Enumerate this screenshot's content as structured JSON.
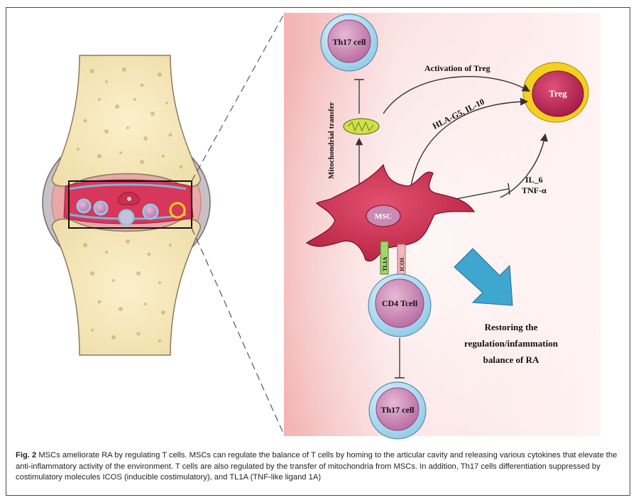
{
  "labels": {
    "th17_top": "Th17 cell",
    "th17_bottom": "Th17 cell",
    "treg": "Treg",
    "msc": "MSC",
    "cd4": "CD4 Tcell",
    "activation": "Activation of Treg",
    "hla": "HLA-G5, IL-10",
    "mito_transfer": "Mitochondrial transfer",
    "il6": "IL_6",
    "tnf": "TNF-α",
    "tl1a": "TL1A",
    "icos": "ICOS",
    "restoring_1": "Restoring the",
    "restoring_2": "regulation/infammation",
    "restoring_3": "balance of RA"
  },
  "caption": {
    "fig": "Fig. 2",
    "text": "  MSCs ameliorate RA by regulating T cells. MSCs can regulate the balance of T cells by homing to the articular cavity and releasing various cytokines that elevate the anti-inflammatory activity of the environment. T cells are also regulated by the transfer of mitochondria from MSCs. In addition, Th17 cells differentiation suppressed by costimulatory molecules ICOS (inducible costimulatory), and TL1A (TNF-like ligand 1A)"
  },
  "colors": {
    "panel_bg": "#f6c9c9",
    "bone": "#f3e4b4",
    "msc": "#c8304e",
    "treg_ring": "#f5d020",
    "cell_ring": "#a9d8ef",
    "cell_core": "#c98ab3",
    "arrow_blue": "#3fa6cf"
  }
}
